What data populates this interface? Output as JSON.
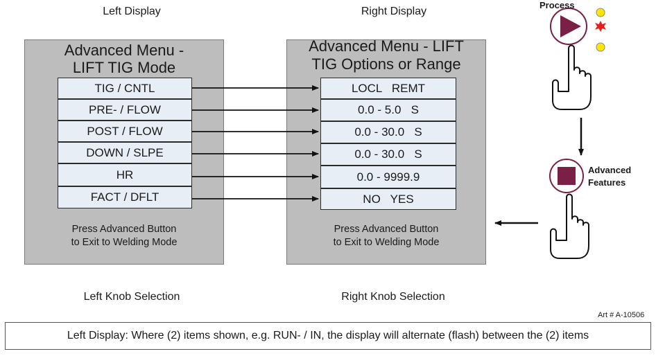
{
  "captions": {
    "left_display": "Left Display",
    "right_display": "Right Display",
    "left_knob": "Left Knob Selection",
    "right_knob": "Right Knob Selection"
  },
  "left_panel": {
    "title_line1": "Advanced Menu -",
    "title_line2": "LIFT TIG Mode",
    "items": [
      "TIG / CNTL",
      "PRE- / FLOW",
      "POST / FLOW",
      "DOWN / SLPE",
      "HR",
      "FACT / DFLT"
    ],
    "footer_line1": "Press Advanced Button",
    "footer_line2": "to Exit to Welding Mode"
  },
  "right_panel": {
    "title_line1": "Advanced Menu - LIFT",
    "title_line2": "TIG Options or Range",
    "items": [
      "LOCL   REMT",
      "0.0 - 5.0   S",
      "0.0 - 30.0   S",
      "0.0 - 30.0   S",
      "0.0 - 9999.9",
      "NO   YES"
    ],
    "footer_line1": "Press Advanced Button",
    "footer_line2": "to Exit to Welding Mode"
  },
  "buttons": {
    "process_label": "Process",
    "advanced_label_line1": "Advanced",
    "advanced_label_line2": "Features"
  },
  "art_number": "Art # A-10506",
  "note": "Left Display: Where (2) items shown, e.g. RUN- / IN, the display will alternate (flash) between the (2) items",
  "colors": {
    "panel_bg": "#bdbdbd",
    "item_bg": "#e8eef6",
    "button_maroon": "#7a1f45",
    "led_yellow": "#ffe600",
    "led_red": "#e8201c"
  }
}
